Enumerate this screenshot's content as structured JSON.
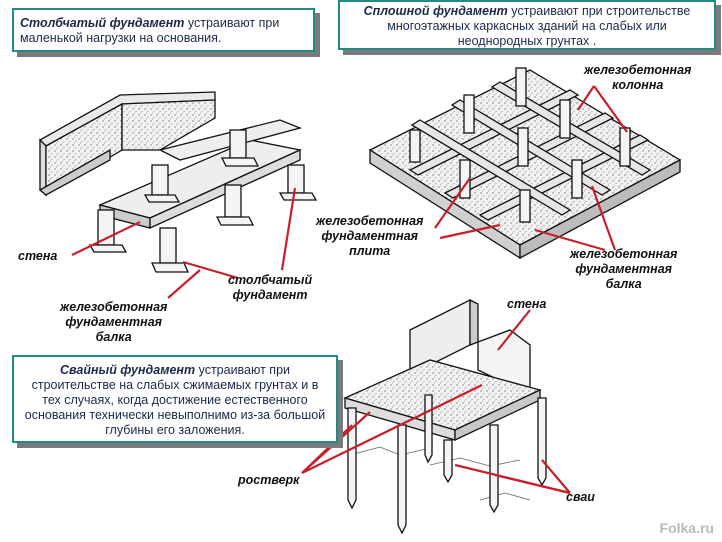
{
  "cards": {
    "column": {
      "title": "Столбчатый фундамент",
      "text": " устраивают при маленькой нагрузки на основания."
    },
    "slab": {
      "title": "Сплошной фундамент",
      "text": " устраивают при строительстве многоэтажных каркасных зданий на слабых или неоднородных грунтах ."
    },
    "pile": {
      "title": "Свайный фундамент",
      "text": " устраивают при строительстве  на слабых сжимаемых грунтах и в тех случаях, когда достижение естественного основания технически невыполнимо из-за большой глубины его заложения."
    }
  },
  "labels": {
    "wall1": "стена",
    "column_found": [
      "столбчатый",
      "фундамент"
    ],
    "beam1": [
      "железобетонная",
      "фундаментная",
      "балка"
    ],
    "rc_column": [
      "железобетонная",
      "колонна"
    ],
    "rc_slab": [
      "железобетонная",
      "фундаментная",
      "плита"
    ],
    "beam2": [
      "железобетонная",
      "фундаментная",
      "балка"
    ],
    "wall2": "стена",
    "grillage": "ростверк",
    "piles": "сваи"
  },
  "watermark": "Folka.ru",
  "colors": {
    "accent": "#1f8a86",
    "pointer": "#c8202a"
  }
}
